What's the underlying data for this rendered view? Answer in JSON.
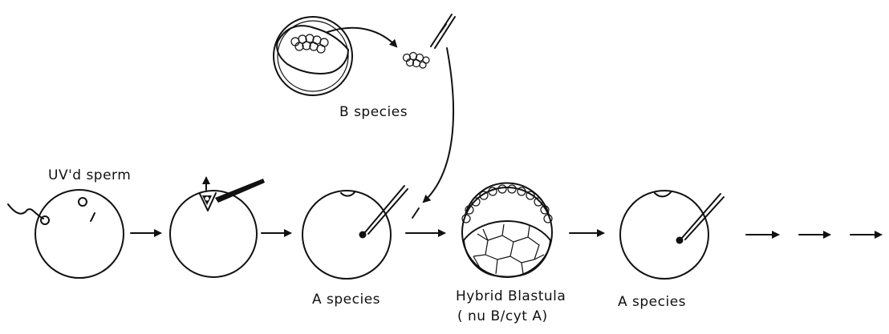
{
  "labels": {
    "b_species": "B species",
    "uv_sperm": "UV'd sperm",
    "a_species_1": "A species",
    "hybrid_line1": "Hybrid Blastula",
    "hybrid_line2": "( nu B/cyt A)",
    "a_species_2": "A species"
  }
}
